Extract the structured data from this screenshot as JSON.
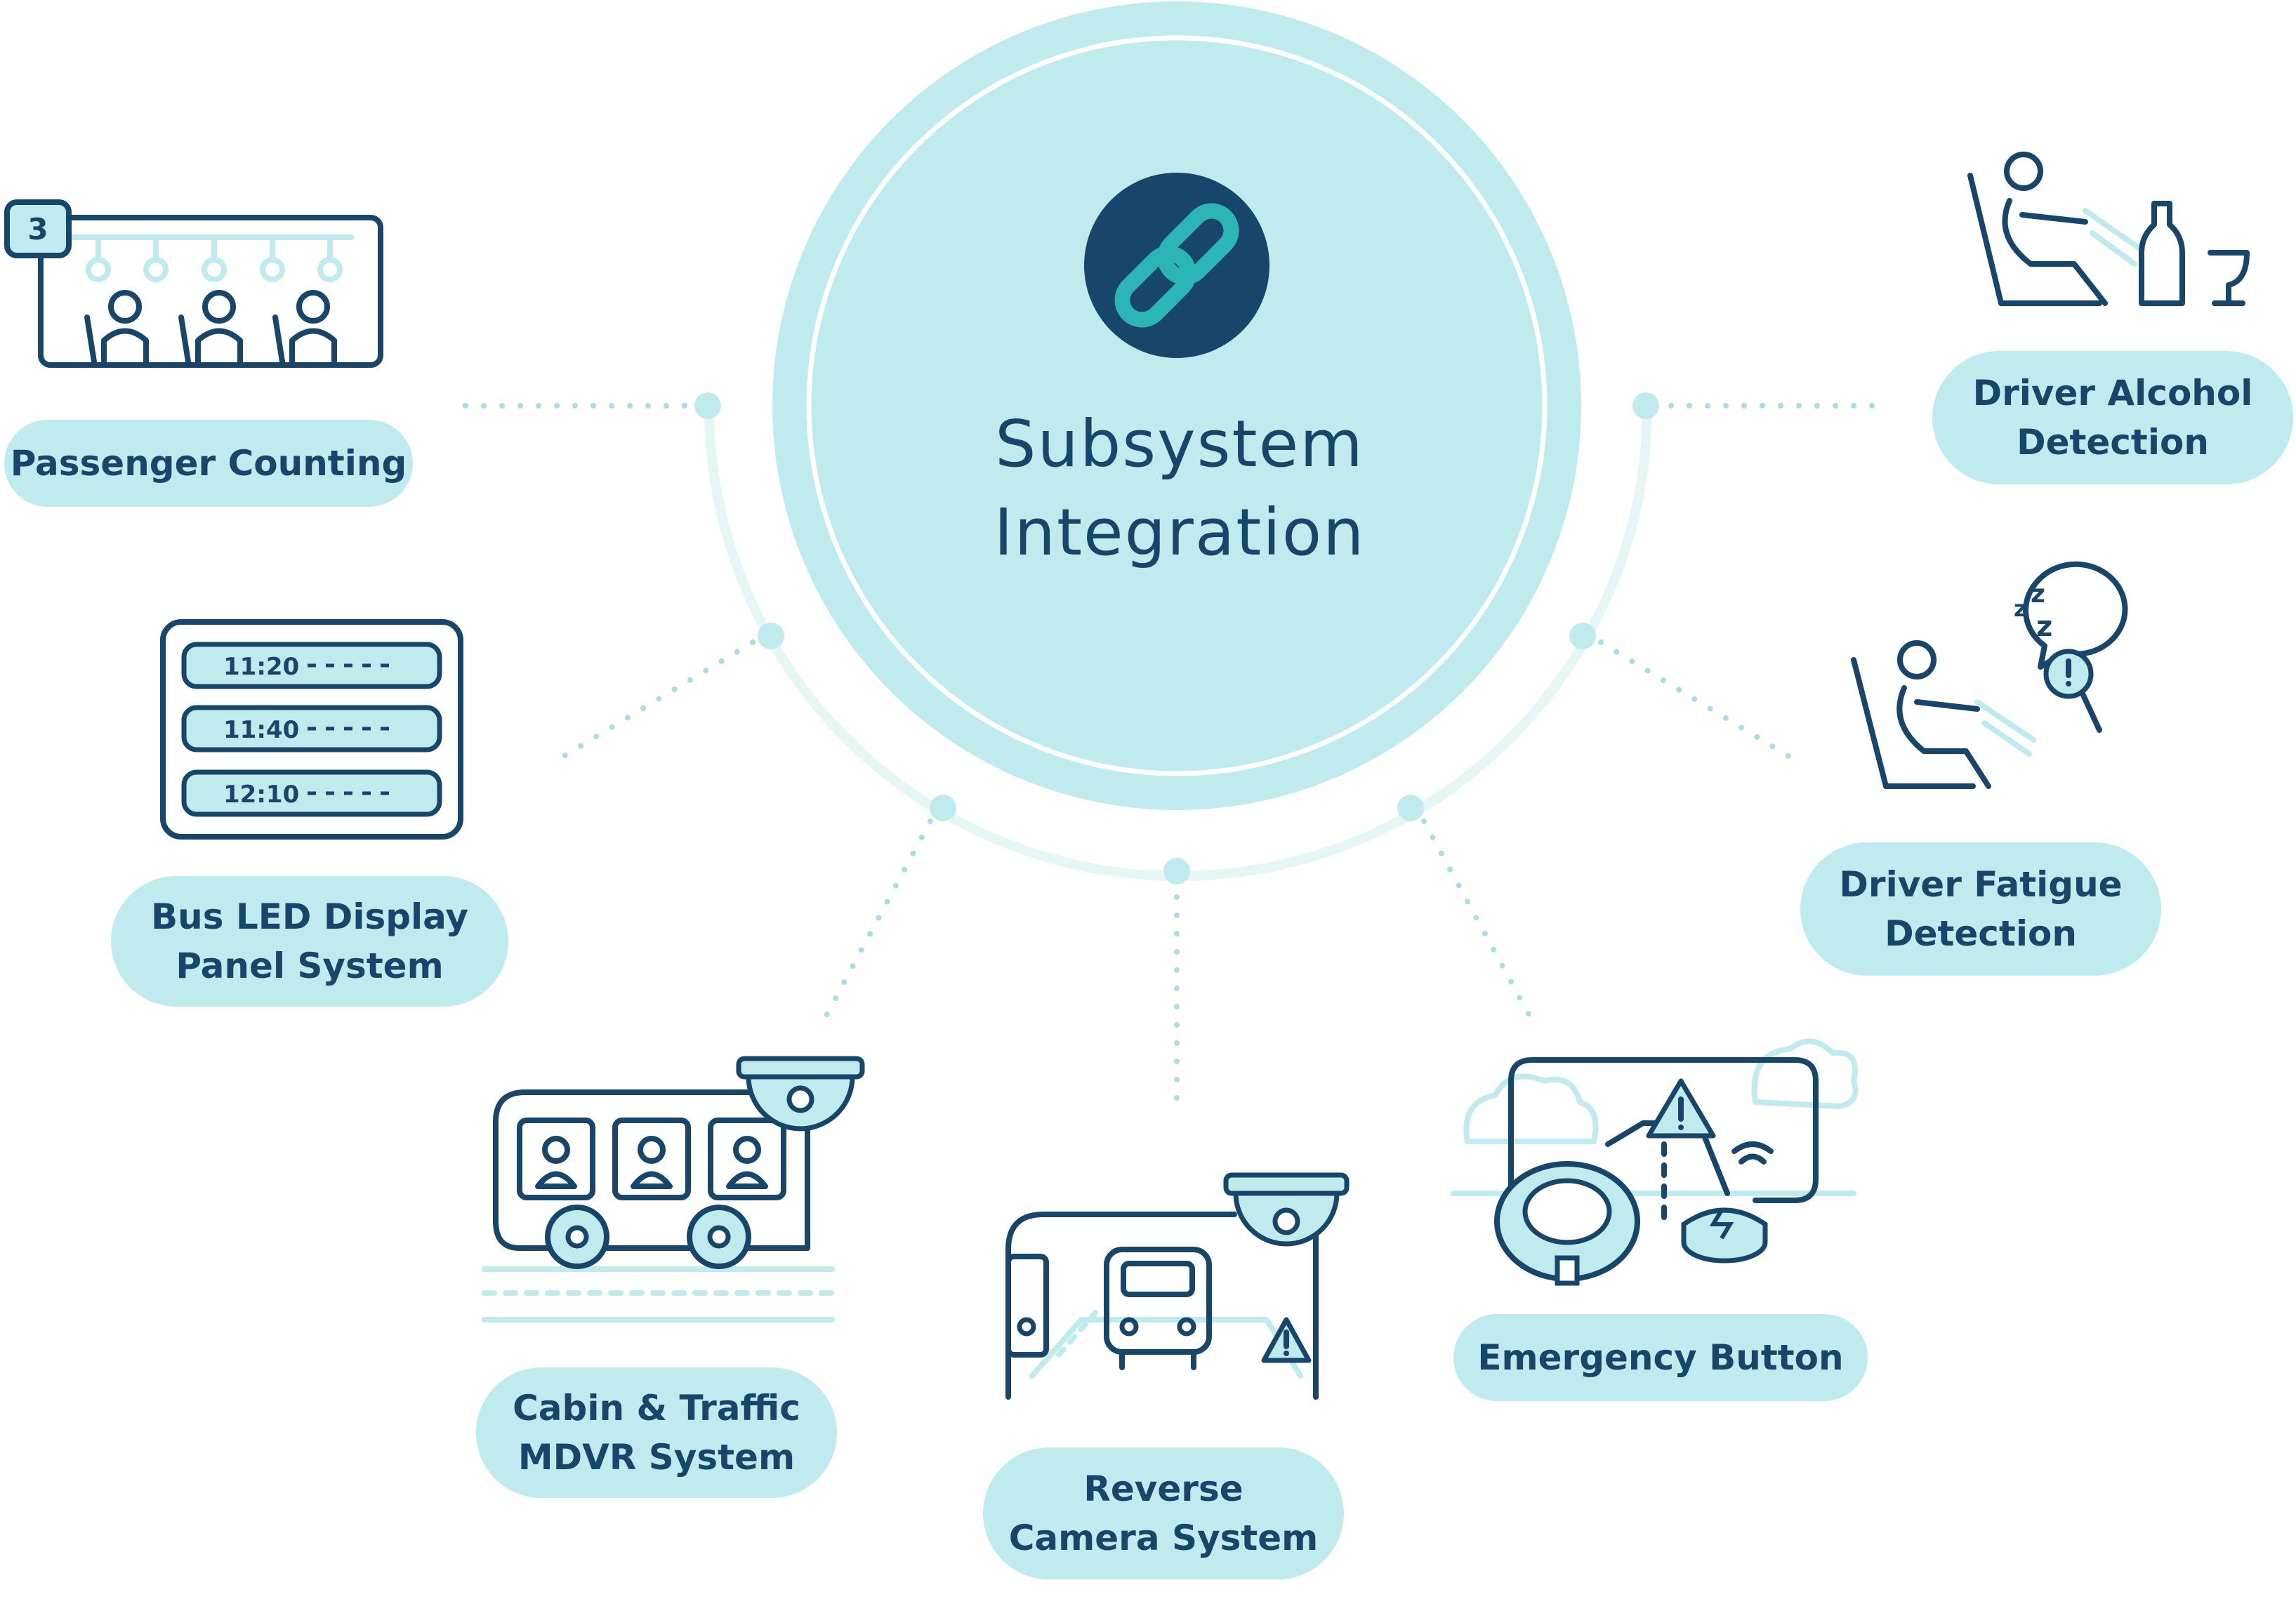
{
  "center": {
    "title_line1": "Subsystem",
    "title_line2": "Integration",
    "icon": "link-icon"
  },
  "subsystems": [
    {
      "id": "passenger-counting",
      "line1": "Passenger Counting",
      "line2": "",
      "icon": "passenger-counting-icon",
      "badge": "3"
    },
    {
      "id": "bus-led-display",
      "line1": "Bus LED Display",
      "line2": "Panel System",
      "icon": "led-display-icon",
      "times": [
        "11:20",
        "11:40",
        "12:10"
      ]
    },
    {
      "id": "cabin-traffic-mdvr",
      "line1": "Cabin & Traffic",
      "line2": "MDVR System",
      "icon": "bus-camera-icon"
    },
    {
      "id": "reverse-camera",
      "line1": "Reverse",
      "line2": "Camera System",
      "icon": "reverse-camera-icon"
    },
    {
      "id": "emergency-button",
      "line1": "Emergency Button",
      "line2": "",
      "icon": "emergency-button-icon"
    },
    {
      "id": "driver-fatigue",
      "line1": "Driver Fatigue",
      "line2": "Detection",
      "icon": "driver-fatigue-icon"
    },
    {
      "id": "driver-alcohol",
      "line1": "Driver Alcohol",
      "line2": "Detection",
      "icon": "driver-alcohol-icon"
    }
  ],
  "colors": {
    "navy": "#17466a",
    "teal": "#bfebee",
    "accent": "#2bb5b5",
    "ring": "#e6f6f7",
    "dots": "#a9dde1"
  }
}
